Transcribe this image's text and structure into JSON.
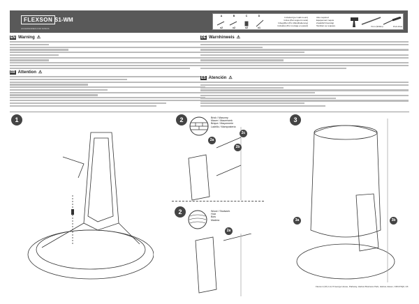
{
  "header": {
    "brand": "FLEXSON",
    "tagline": "ACCESSORIES FOR SONOS",
    "model": "S1-WM"
  },
  "parts": [
    {
      "letter": "A",
      "qty": "x2"
    },
    {
      "letter": "B",
      "qty": "x2"
    },
    {
      "letter": "C",
      "qty": "x2"
    },
    {
      "letter": "D",
      "qty": "x1"
    }
  ],
  "included": [
    "Included (per wall mount)",
    "Inclus (Par support mural)",
    "Inbegriffen (Pro Wandhalterung)",
    "Incluidos (Por montaje en pared)"
  ],
  "required": [
    "Also required",
    "Equipement requis",
    "Zusätzlich benötigt",
    "También se requiere"
  ],
  "tool_labels": {
    "drill_bit": "7mm (9/32in)",
    "screwdriver": "Pozi drive"
  },
  "sections": {
    "en": {
      "code": "EN",
      "title": "Warning"
    },
    "fr": {
      "code": "FR",
      "title": "Attention"
    },
    "de": {
      "code": "DE",
      "title": "Warnhinweis"
    },
    "es": {
      "code": "ES",
      "title": "Atención"
    }
  },
  "steps": [
    "1",
    "2",
    "3"
  ],
  "substeps": {
    "s2a": "2a",
    "s2b": "2b",
    "s2c": "2c",
    "s3a": "3a",
    "s3b": "3b"
  },
  "legend_brick": [
    "Brick / Masonry",
    "Mauer / Mauerwerk",
    "Brique / Maçonnerie",
    "Ladrillo / Mampostería"
  ],
  "legend_wood": [
    "Wood / Studwork",
    "Holz",
    "Bois",
    "Madera"
  ],
  "footer": "Flexson (UK) Ltd, 8 George House, Parkway, Harlow Business Park, Harlow, Essex, CM19 5QF, UK"
}
